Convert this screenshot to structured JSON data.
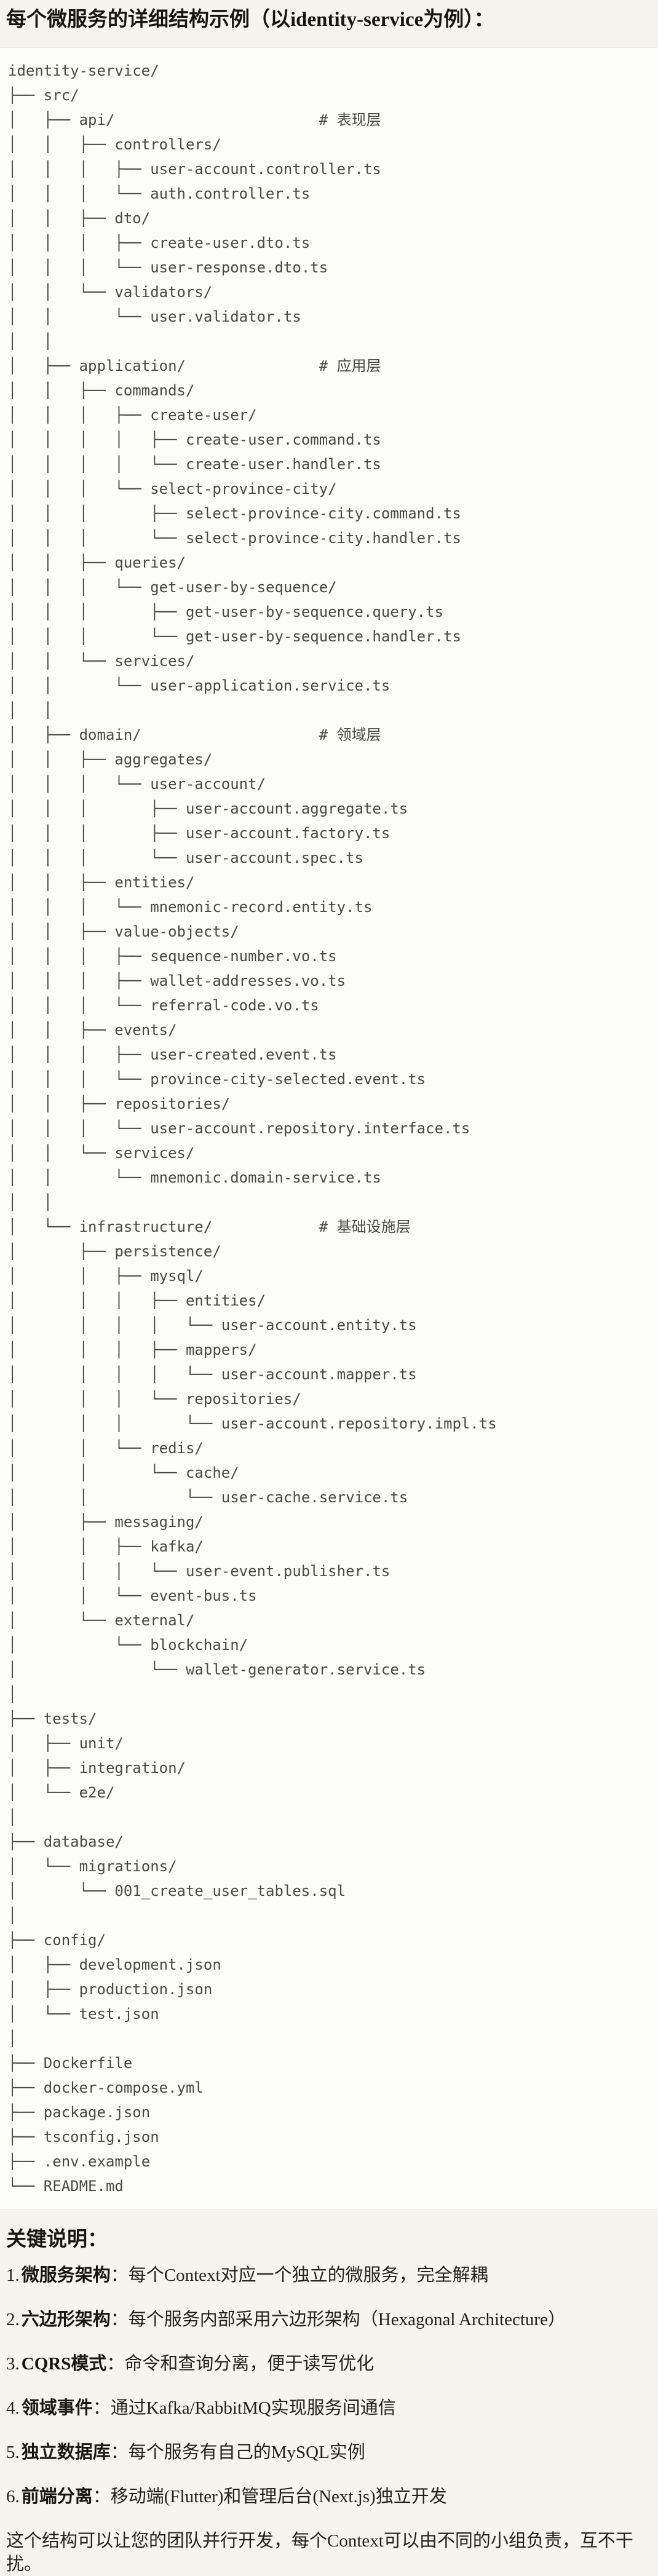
{
  "page": {
    "title": "每个微服务的详细结构示例（以identity-service为例）："
  },
  "tree": {
    "lines": [
      "identity-service/",
      "├── src/",
      "│   ├── api/                       # 表现层",
      "│   │   ├── controllers/",
      "│   │   │   ├── user-account.controller.ts",
      "│   │   │   └── auth.controller.ts",
      "│   │   ├── dto/",
      "│   │   │   ├── create-user.dto.ts",
      "│   │   │   └── user-response.dto.ts",
      "│   │   └── validators/",
      "│   │       └── user.validator.ts",
      "│   │",
      "│   ├── application/               # 应用层",
      "│   │   ├── commands/",
      "│   │   │   ├── create-user/",
      "│   │   │   │   ├── create-user.command.ts",
      "│   │   │   │   └── create-user.handler.ts",
      "│   │   │   └── select-province-city/",
      "│   │   │       ├── select-province-city.command.ts",
      "│   │   │       └── select-province-city.handler.ts",
      "│   │   ├── queries/",
      "│   │   │   └── get-user-by-sequence/",
      "│   │   │       ├── get-user-by-sequence.query.ts",
      "│   │   │       └── get-user-by-sequence.handler.ts",
      "│   │   └── services/",
      "│   │       └── user-application.service.ts",
      "│   │",
      "│   ├── domain/                    # 领域层",
      "│   │   ├── aggregates/",
      "│   │   │   └── user-account/",
      "│   │   │       ├── user-account.aggregate.ts",
      "│   │   │       ├── user-account.factory.ts",
      "│   │   │       └── user-account.spec.ts",
      "│   │   ├── entities/",
      "│   │   │   └── mnemonic-record.entity.ts",
      "│   │   ├── value-objects/",
      "│   │   │   ├── sequence-number.vo.ts",
      "│   │   │   ├── wallet-addresses.vo.ts",
      "│   │   │   └── referral-code.vo.ts",
      "│   │   ├── events/",
      "│   │   │   ├── user-created.event.ts",
      "│   │   │   └── province-city-selected.event.ts",
      "│   │   ├── repositories/",
      "│   │   │   └── user-account.repository.interface.ts",
      "│   │   └── services/",
      "│   │       └── mnemonic.domain-service.ts",
      "│   │",
      "│   └── infrastructure/            # 基础设施层",
      "│       ├── persistence/",
      "│       │   ├── mysql/",
      "│       │   │   ├── entities/",
      "│       │   │   │   └── user-account.entity.ts",
      "│       │   │   ├── mappers/",
      "│       │   │   │   └── user-account.mapper.ts",
      "│       │   │   └── repositories/",
      "│       │   │       └── user-account.repository.impl.ts",
      "│       │   └── redis/",
      "│       │       └── cache/",
      "│       │           └── user-cache.service.ts",
      "│       ├── messaging/",
      "│       │   ├── kafka/",
      "│       │   │   └── user-event.publisher.ts",
      "│       │   └── event-bus.ts",
      "│       └── external/",
      "│           └── blockchain/",
      "│               └── wallet-generator.service.ts",
      "│",
      "├── tests/",
      "│   ├── unit/",
      "│   ├── integration/",
      "│   └── e2e/",
      "│",
      "├── database/",
      "│   └── migrations/",
      "│       └── 001_create_user_tables.sql",
      "│",
      "├── config/",
      "│   ├── development.json",
      "│   ├── production.json",
      "│   └── test.json",
      "│",
      "├── Dockerfile",
      "├── docker-compose.yml",
      "├── package.json",
      "├── tsconfig.json",
      "├── .env.example",
      "└── README.md"
    ]
  },
  "notes": {
    "heading": "关键说明：",
    "items": [
      {
        "num": "1.",
        "term": "微服务架构",
        "desc": "：每个Context对应一个独立的微服务，完全解耦"
      },
      {
        "num": "2.",
        "term": "六边形架构",
        "desc": "：每个服务内部采用六边形架构（Hexagonal Architecture）"
      },
      {
        "num": "3.",
        "term": "CQRS模式",
        "desc": "：命令和查询分离，便于读写优化"
      },
      {
        "num": "4.",
        "term": "领域事件",
        "desc": "：通过Kafka/RabbitMQ实现服务间通信"
      },
      {
        "num": "5.",
        "term": "独立数据库",
        "desc": "：每个服务有自己的MySQL实例"
      },
      {
        "num": "6.",
        "term": "前端分离",
        "desc": "：移动端(Flutter)和管理后台(Next.js)独立开发"
      }
    ],
    "footer": "这个结构可以让您的团队并行开发，每个Context可以由不同的小组负责，互不干扰。"
  }
}
